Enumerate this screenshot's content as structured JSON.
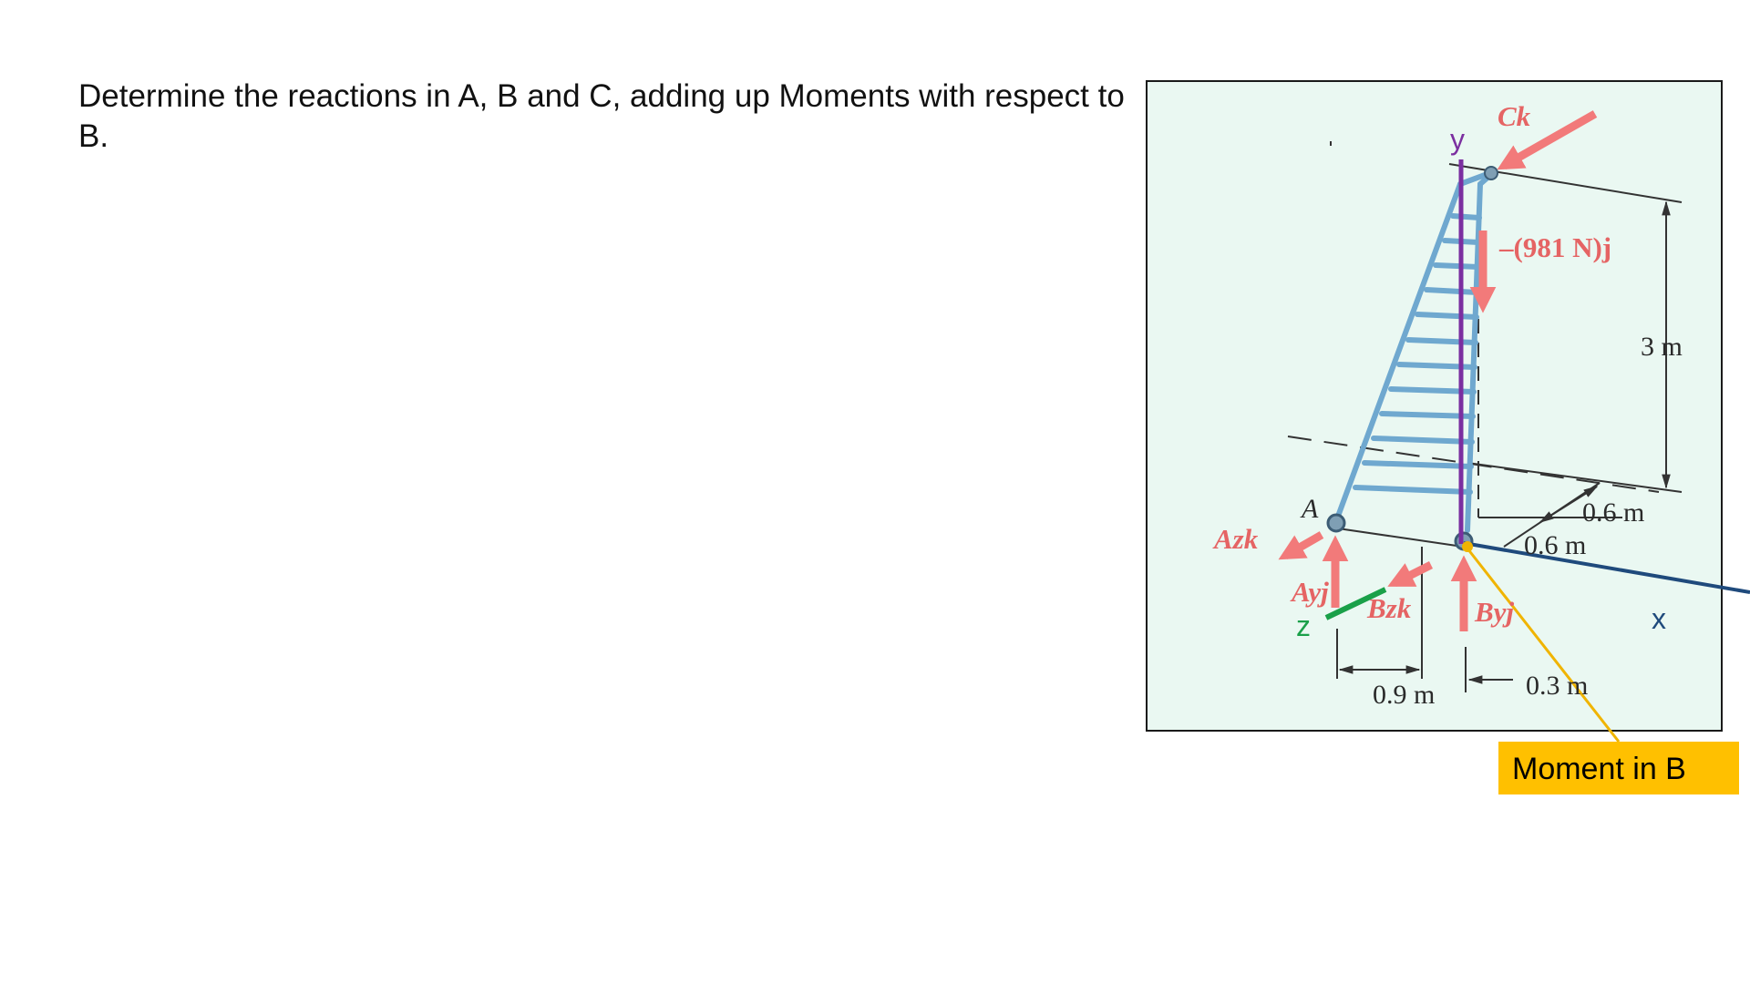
{
  "problem": {
    "text": "Determine the reactions in A, B and C, adding up Moments with respect to B."
  },
  "diagram": {
    "labels": {
      "point_a": "A",
      "force_ck": "Ck",
      "weight": "–(981 N)j",
      "dim_height": "3 m",
      "dim_0_6_a": "0.6 m",
      "dim_0_6_b": "0.6 m",
      "dim_0_9": "0.9 m",
      "dim_0_3": "0.3 m",
      "force_azk": "Azk",
      "force_ayj": "Ayj",
      "force_bzk": "Bzk",
      "force_byj": "Byj"
    },
    "axes": {
      "x": "x",
      "y": "y",
      "z": "z"
    },
    "callout": "Moment in B"
  },
  "colors": {
    "panel_bg": "#eaf8f2",
    "force_red": "#f27a7a",
    "ladder_blue": "#6fa8cf",
    "y_axis": "#7b2fa0",
    "x_axis": "#1f4a7c",
    "z_axis": "#1aa049",
    "callout_bg": "#ffc000",
    "callout_line": "#f0b400"
  }
}
